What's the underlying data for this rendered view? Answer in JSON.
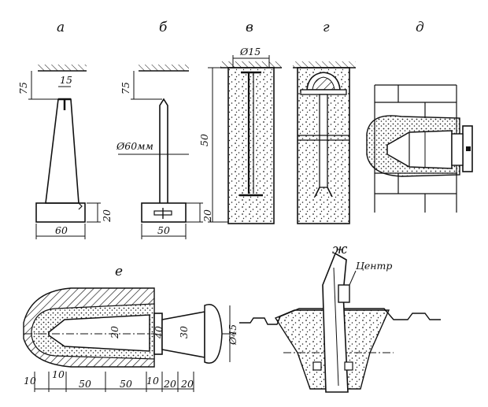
{
  "figure": {
    "panels": {
      "a": {
        "label": "а",
        "dims": {
          "top": "75",
          "width_top": "15",
          "height_base": "20",
          "base_width": "60"
        }
      },
      "b": {
        "label": "б",
        "dims": {
          "top": "75",
          "diameter": "Ø60мм",
          "height_base": "20",
          "base_width": "50"
        }
      },
      "v": {
        "label": "в",
        "dims": {
          "diameter": "Ø15",
          "depth": "50"
        }
      },
      "g": {
        "label": "г"
      },
      "d": {
        "label": "д"
      },
      "e": {
        "label": "е",
        "dims": {
          "d10a": "10",
          "d10b": "10",
          "d50a": "50",
          "d50b": "50",
          "d10c": "10",
          "d20a": "20",
          "d20b": "20",
          "inner20": "20",
          "inner40": "40",
          "inner30": "30",
          "diam45": "Ø45"
        }
      },
      "zh": {
        "label": "ж",
        "center_label": "Центр"
      }
    }
  }
}
